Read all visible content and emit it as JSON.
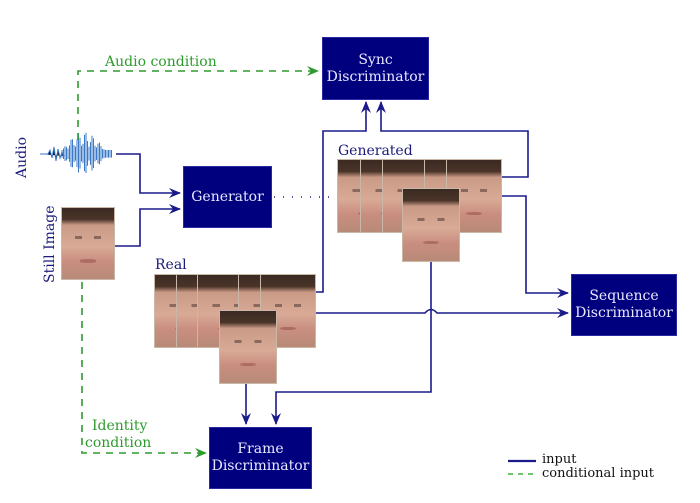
{
  "diagram": {
    "nodes": {
      "sync_discriminator": {
        "line1": "Sync",
        "line2": "Discriminator"
      },
      "generator": {
        "label": "Generator"
      },
      "sequence_discriminator": {
        "line1": "Sequence",
        "line2": "Discriminator"
      },
      "frame_discriminator": {
        "line1": "Frame",
        "line2": "Discriminator"
      }
    },
    "inputs": {
      "audio": "Audio",
      "still_image": "Still Image"
    },
    "groups": {
      "generated": "Generated",
      "real": "Real"
    },
    "conditions": {
      "audio_condition": "Audio condition",
      "identity_line1": "Identity",
      "identity_line2": "condition"
    },
    "legend": {
      "input": "input",
      "conditional_input": "conditional input"
    },
    "colors": {
      "node_fill": "#00007f",
      "input_line": "#1a1a8a",
      "conditional_line": "#2e9a2e",
      "audio_wave": "#3a7ac8"
    }
  }
}
